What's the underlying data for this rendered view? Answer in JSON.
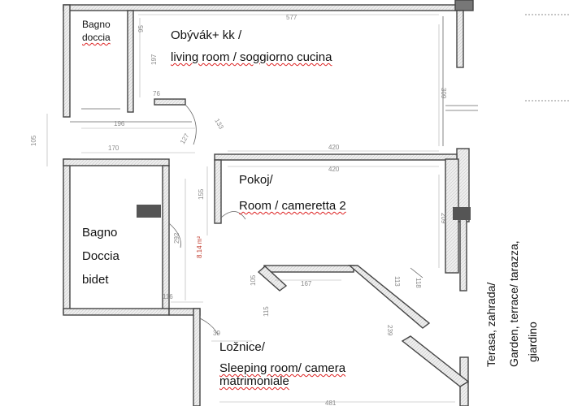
{
  "rooms": {
    "bathroom_top": {
      "line1": "Bagno",
      "line2": "doccia"
    },
    "living": {
      "line1": "Obývák+ kk /",
      "line2": "living room / soggiorno cucina"
    },
    "room2": {
      "line1": "Pokoj/",
      "line2": "Room / cameretta 2"
    },
    "bathroom_left": {
      "line1": "Bagno",
      "line2": "Doccia",
      "line3": "bidet"
    },
    "bedroom": {
      "line1": "Ložnice/",
      "line2": "Sleeping room/ camera",
      "line3": "matrimoniale"
    },
    "terrace": {
      "line1": "Terasa, zahrada/",
      "line2": "Garden, terrace/ tarazza,",
      "line3": "giardino"
    }
  },
  "dimensions": {
    "d577": "577",
    "d197": "197",
    "d95": "95",
    "d76": "76",
    "d196": "196",
    "d105a": "105",
    "d170": "170",
    "d127": "127",
    "d133": "133",
    "d309": "309",
    "d420a": "420",
    "d420b": "420",
    "d155": "155",
    "d292": "292",
    "d209": "209",
    "area": "8.14 m²",
    "d116": "116",
    "d105b": "105",
    "d115": "115",
    "d167": "167",
    "d113": "113",
    "d118": "118",
    "d39": "39",
    "d239": "239",
    "d481": "481"
  },
  "colors": {
    "wall": "#444444",
    "wall_fill": "#eeeeee",
    "dim_text": "#8a8a8a",
    "label_underline": "#dd2222"
  }
}
